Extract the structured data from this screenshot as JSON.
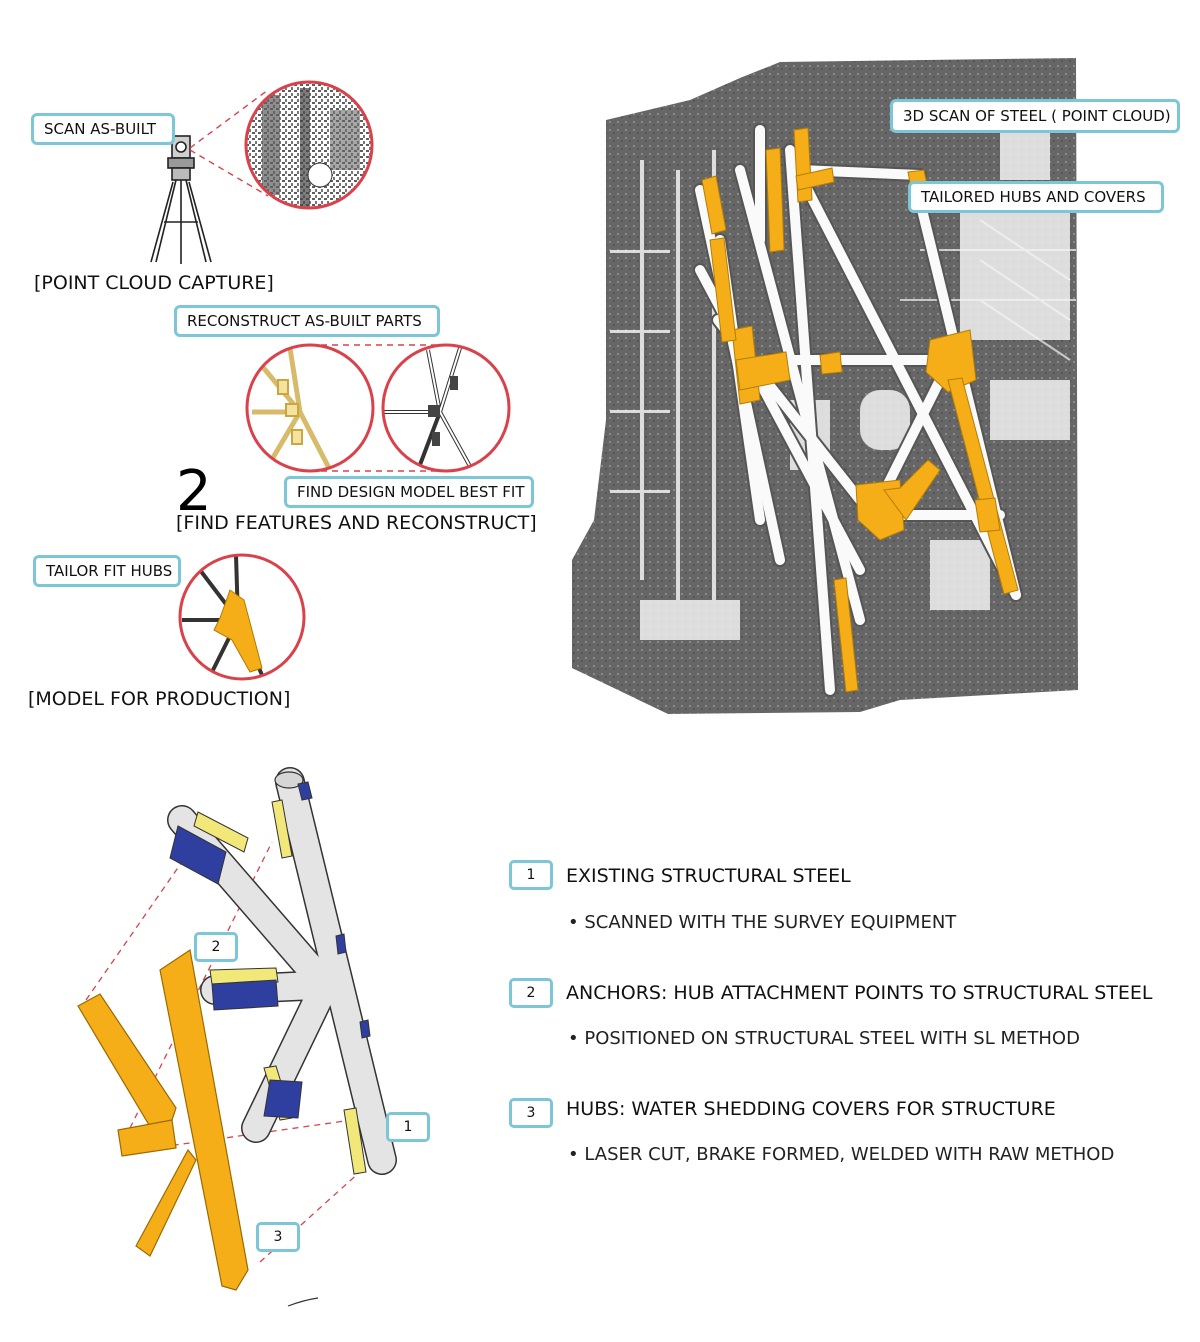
{
  "capture": {
    "callout": "SCAN AS-BUILT",
    "caption": "[POINT CLOUD CAPTURE]"
  },
  "reconstruct": {
    "callout_top": "RECONSTRUCT AS-BUILT PARTS",
    "callout_bottom": "FIND DESIGN MODEL BEST FIT",
    "step_number": "2",
    "caption": "[FIND FEATURES AND RECONSTRUCT]"
  },
  "production": {
    "callout": "TAILOR FIT HUBS",
    "caption": "[MODEL FOR PRODUCTION]"
  },
  "scan_view": {
    "callout_scan": "3D SCAN OF STEEL ( POINT CLOUD)",
    "callout_hubs": "TAILORED HUBS AND COVERS"
  },
  "exploded": {
    "markers": [
      "1",
      "2",
      "3"
    ]
  },
  "legend": [
    {
      "number": "1",
      "title": "EXISTING STRUCTURAL STEEL",
      "bullet": "• SCANNED WITH THE SURVEY EQUIPMENT"
    },
    {
      "number": "2",
      "title": "ANCHORS: HUB ATTACHMENT POINTS TO STRUCTURAL STEEL",
      "bullet": "• POSITIONED ON STRUCTURAL STEEL WITH SL METHOD"
    },
    {
      "number": "3",
      "title": "HUBS: WATER SHEDDING COVERS FOR STRUCTURE",
      "bullet": "• LASER CUT, BRAKE FORMED, WELDED WITH RAW METHOD"
    }
  ],
  "colors": {
    "callout_border": "#7cc6d8",
    "circle_red": "#d9424a",
    "hub_orange": "#f5ae18",
    "anchor_blue": "#2f3fa0",
    "anchor_yellow": "#f2e87a",
    "point_cloud_gray": "#5e5e5e",
    "steel_gray": "#e4e4e4"
  }
}
